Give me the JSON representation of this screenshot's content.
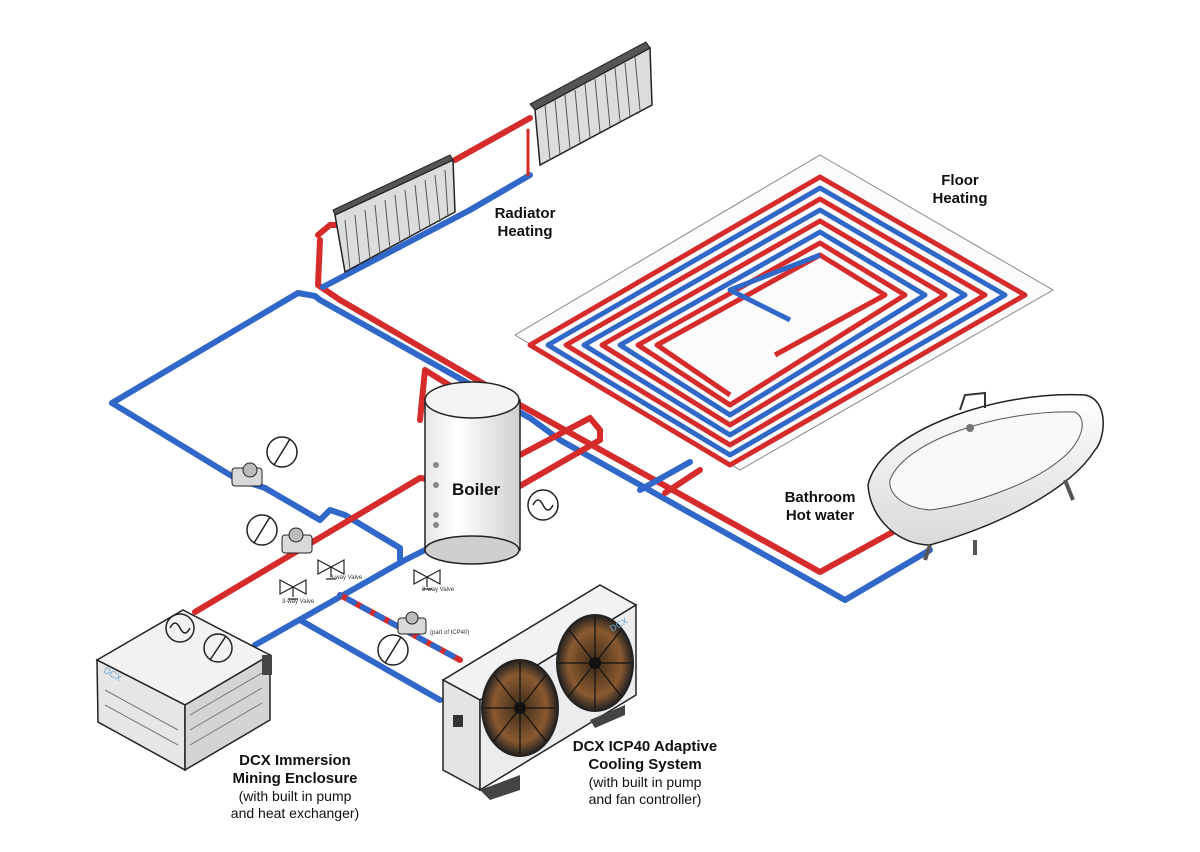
{
  "labels": {
    "radiator": {
      "line1": "Radiator",
      "line2": "Heating"
    },
    "floor": {
      "line1": "Floor",
      "line2": "Heating"
    },
    "boiler": "Boiler",
    "bathroom": {
      "line1": "Bathroom",
      "line2": "Hot water"
    },
    "enclosure": {
      "line1": "DCX Immersion",
      "line2": "Mining Enclosure",
      "line3": "(with built in pump",
      "line4": "and heat exchanger)"
    },
    "cooler": {
      "line1": "DCX ICP40 Adaptive",
      "line2": "Cooling System",
      "line3": "(with built in pump",
      "line4": "and fan controller)"
    },
    "valve_small": "3-way Valve",
    "icp_note": "(part of ICP40)",
    "brand": "DCX"
  },
  "colors": {
    "hot_pipe": "#d62b2b",
    "cold_pipe": "#2f68c8",
    "outline": "#222222",
    "brand": "#6aa6d6"
  }
}
